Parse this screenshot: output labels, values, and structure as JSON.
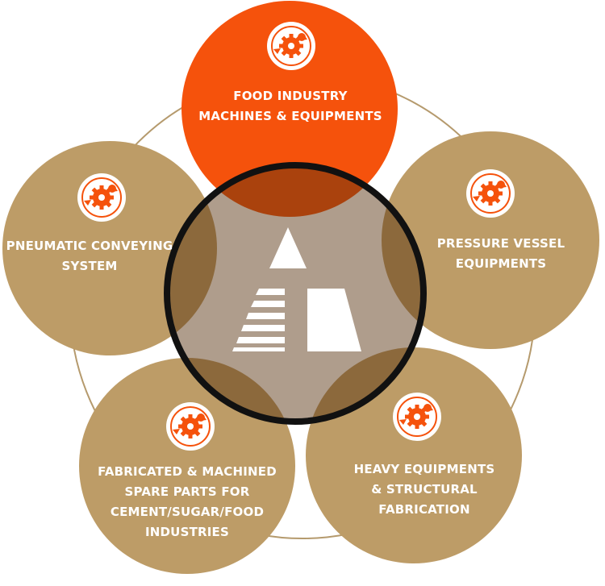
{
  "colors": {
    "tan": "#bd9c67",
    "orange": "#f5520c",
    "ring": "#b59a6d",
    "center_stroke": "#111111",
    "icon_gear": "#f5520c",
    "white": "#ffffff"
  },
  "center": {
    "logo": "logo-icon"
  },
  "nodes": [
    {
      "id": "food-industry",
      "color": "orange",
      "icon": "gear-cycle-icon",
      "lines": [
        "FOOD INDUSTRY",
        "MACHINES & EQUIPMENTS"
      ]
    },
    {
      "id": "pressure-vessel",
      "color": "tan",
      "icon": "gear-cycle-icon",
      "lines": [
        "PRESSURE VESSEL",
        "EQUIPMENTS"
      ]
    },
    {
      "id": "heavy-equipments",
      "color": "tan",
      "icon": "gear-cycle-icon",
      "lines": [
        "HEAVY EQUIPMENTS",
        "& STRUCTURAL",
        "FABRICATION"
      ]
    },
    {
      "id": "fabricated-parts",
      "color": "tan",
      "icon": "gear-cycle-icon",
      "lines": [
        "FABRICATED & MACHINED",
        "SPARE PARTS FOR",
        "CEMENT/SUGAR/FOOD",
        "INDUSTRIES"
      ]
    },
    {
      "id": "pneumatic-conveying",
      "color": "tan",
      "icon": "gear-cycle-icon",
      "lines": [
        "PNEUMATIC CONVEYING",
        "SYSTEM"
      ]
    }
  ]
}
